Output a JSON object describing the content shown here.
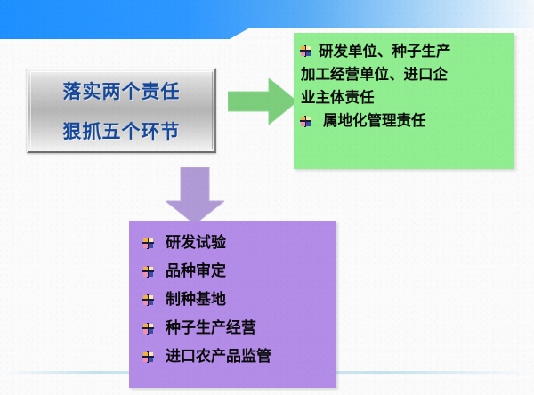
{
  "slide": {
    "background_color": "#fbfbfc",
    "banner": {
      "name": "top-banner",
      "colors": {
        "start": "#1e90ff",
        "mid": "#65b2f5",
        "end": "#eef6fd"
      }
    },
    "bottom_rule_color": "#96cde1"
  },
  "title_plaque": {
    "line1": "落实两个责任",
    "line2": "狠抓五个环节",
    "text_color": "#15479b",
    "fill_color": "#c4c4c4"
  },
  "arrows": {
    "right": {
      "label": "green-right-arrow",
      "color": "#7ccd7c"
    },
    "down": {
      "label": "purple-down-arrow",
      "color": "#b09ad6"
    }
  },
  "green_box": {
    "fill_color": "#90ee90",
    "items": [
      {
        "bullet": "pinwheel-bullet-icon",
        "lines": [
          "研发单位、种子生产",
          "加工经营单位、进口企",
          "业主体责任"
        ]
      },
      {
        "bullet": "pinwheel-bullet-icon",
        "lines": [
          "属地化管理责任"
        ]
      }
    ]
  },
  "purple_box": {
    "fill_color": "#b38ce8",
    "items": [
      {
        "bullet": "pinwheel-bullet-icon",
        "label": "研发试验"
      },
      {
        "bullet": "pinwheel-bullet-icon",
        "label": "品种审定"
      },
      {
        "bullet": "pinwheel-bullet-icon",
        "label": "制种基地"
      },
      {
        "bullet": "pinwheel-bullet-icon",
        "label": "种子生产经营"
      },
      {
        "bullet": "pinwheel-bullet-icon",
        "label": "进口农产品监管"
      }
    ]
  }
}
